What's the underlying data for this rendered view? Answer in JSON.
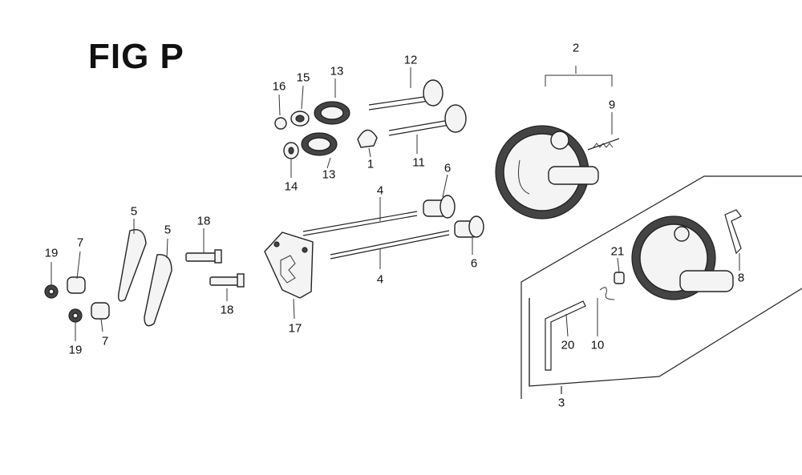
{
  "title": "FIG P",
  "callouts": {
    "p1": "1",
    "p2": "2",
    "p3": "3",
    "p4a": "4",
    "p4b": "4",
    "p5a": "5",
    "p5b": "5",
    "p6a": "6",
    "p6b": "6",
    "p7a": "7",
    "p7b": "7",
    "p8": "8",
    "p9": "9",
    "p10": "10",
    "p11": "11",
    "p12": "12",
    "p13a": "13",
    "p13b": "13",
    "p14": "14",
    "p15": "15",
    "p16": "16",
    "p17": "17",
    "p18a": "18",
    "p18b": "18",
    "p19a": "19",
    "p19b": "19",
    "p20": "20",
    "p21": "21"
  }
}
